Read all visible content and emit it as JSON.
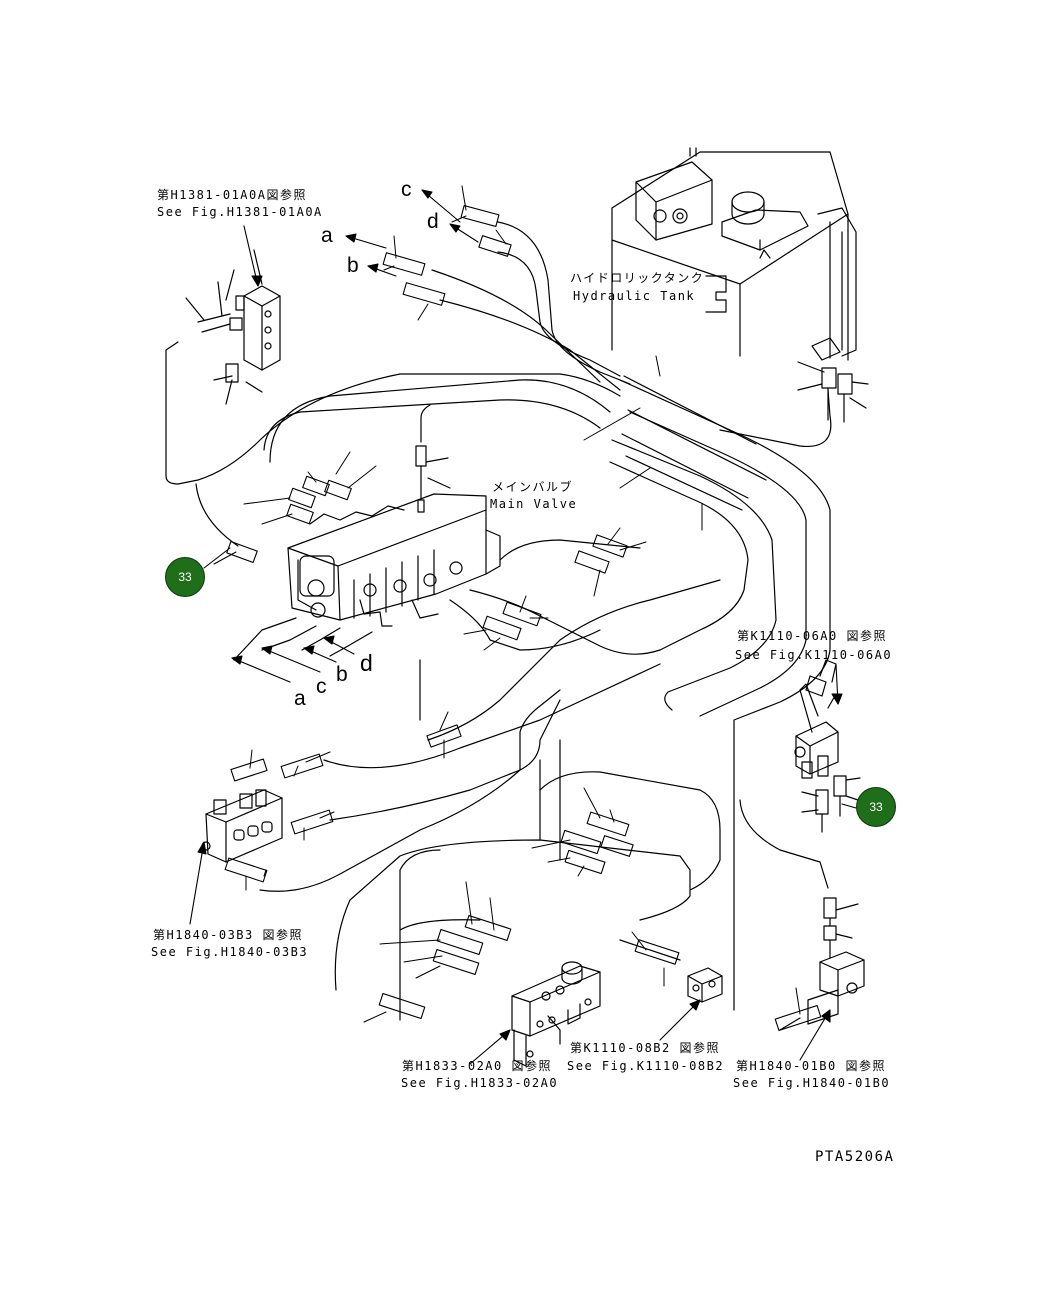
{
  "references": {
    "h1381": {
      "jp": "第H1381-01A0A図参照",
      "en": "See Fig.H1381-01A0A"
    },
    "k1110_06": {
      "jp": "第K1110-06A0 図参照",
      "en": "See Fig.K1110-06A0"
    },
    "h1840_03": {
      "jp": "第H1840-03B3 図参照",
      "en": "See Fig.H1840-03B3"
    },
    "h1833": {
      "jp": "第H1833-02A0 図参照",
      "en": "See Fig.H1833-02A0"
    },
    "k1110_08": {
      "jp": "第K1110-08B2 図参照",
      "en": "See Fig.K1110-08B2"
    },
    "h1840_01": {
      "jp": "第H1840-01B0 図参照",
      "en": "See Fig.H1840-01B0"
    }
  },
  "components": {
    "tank": {
      "jp": "ハイドロリックタンク",
      "en": "Hydraulic Tank"
    },
    "valve": {
      "jp": "メインバルブ",
      "en": "Main Valve"
    }
  },
  "connections": {
    "top_c": "c",
    "top_d": "d",
    "top_a": "a",
    "top_b": "b",
    "bot_a": "a",
    "bot_c": "c",
    "bot_b": "b",
    "bot_d": "d"
  },
  "callouts": {
    "left": "33",
    "right": "33"
  },
  "figure_id": "PTA5206A",
  "colors": {
    "callout_fill": "#1e6e1a",
    "line": "#000000"
  }
}
